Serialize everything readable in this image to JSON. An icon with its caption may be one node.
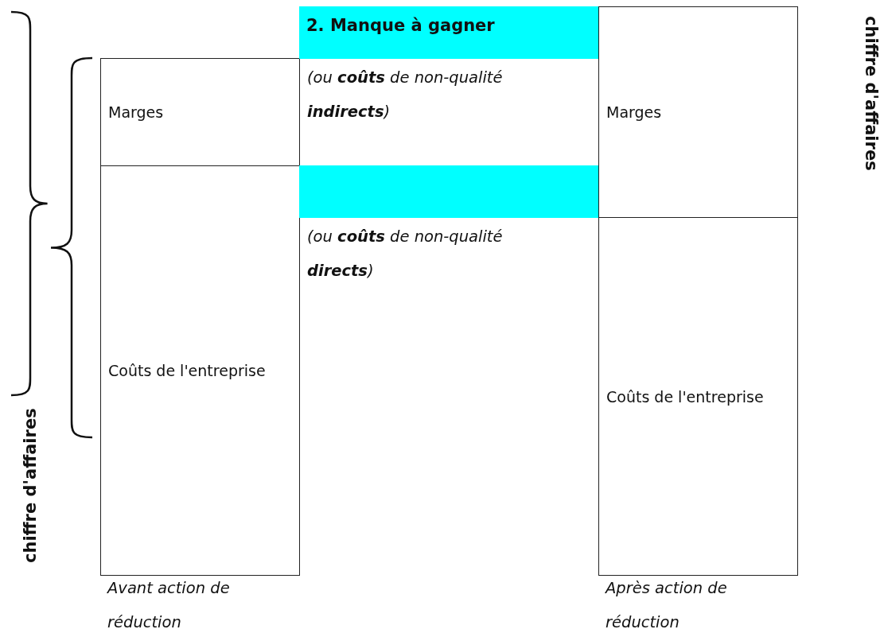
{
  "diagram": {
    "nodes": [
      {
        "text": [
          "Marges"
        ]
      },
      {
        "text": [
          "Coûts de l'entreprise"
        ],
        "beside": [
          "Avant action de réduction"
        ]
      },
      {
        "text": [
          "2. Manque à gagner"
        ]
      },
      {
        "text": [],
        "shape": "bar"
      },
      {
        "text": [
          "Marges"
        ]
      },
      {
        "text": [
          "Coûts de l'entreprise"
        ],
        "beside": [
          "Après action de réduction"
        ]
      }
    ],
    "labels": [
      "chiffre d'affaires",
      "(ou **coûts** de non-qualité **indirects**)",
      "(ou **coûts** de non-qualité **directs**)",
      "chiffre d'affaires"
    ]
  }
}
